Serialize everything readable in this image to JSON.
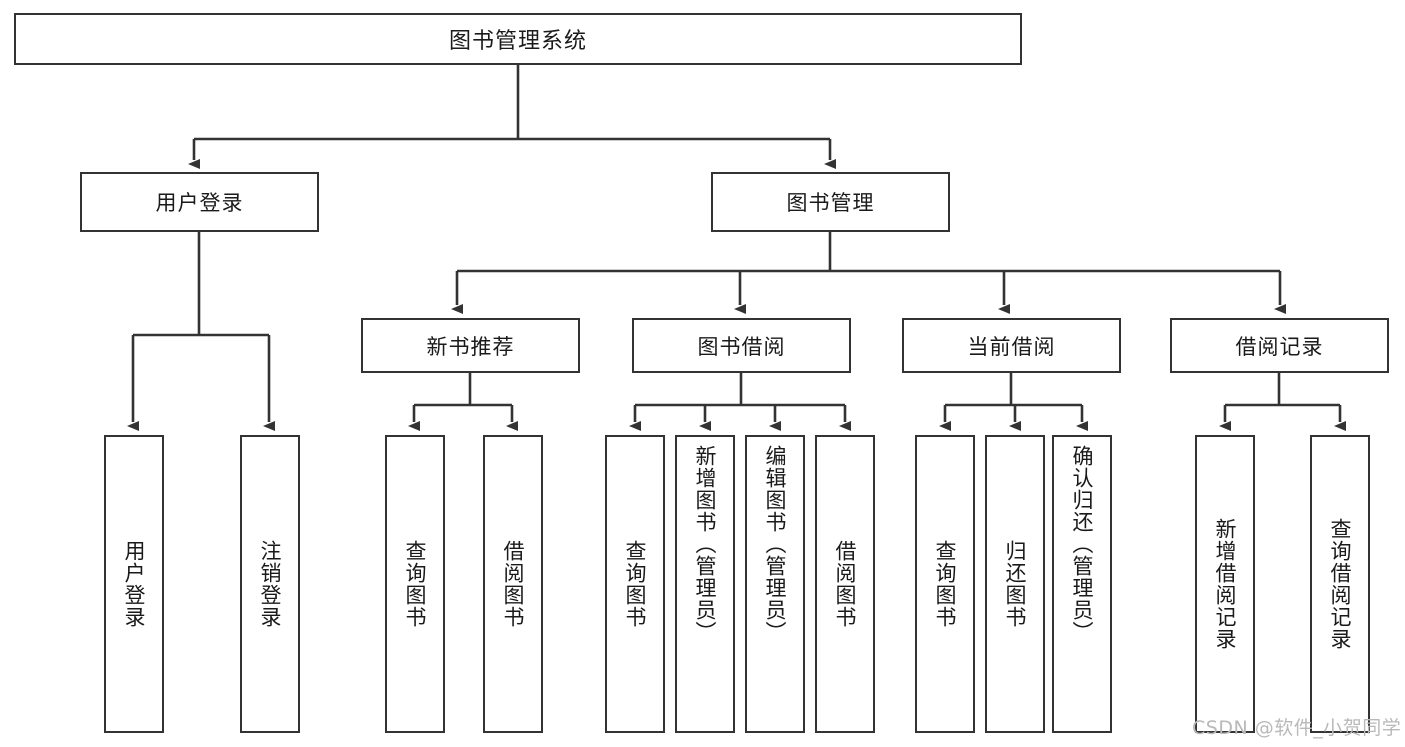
{
  "diagram": {
    "title": "图书管理系统",
    "type": "tree-hierarchy-chart",
    "root": {
      "label": "图书管理系统"
    },
    "level1": [
      {
        "label": "用户登录"
      },
      {
        "label": "图书管理"
      }
    ],
    "level2": [
      {
        "label": "新书推荐"
      },
      {
        "label": "图书借阅"
      },
      {
        "label": "当前借阅"
      },
      {
        "label": "借阅记录"
      }
    ],
    "leaves": {
      "user_login": [
        {
          "label": "用户登录"
        },
        {
          "label": "注销登录"
        }
      ],
      "new_book_recommend": [
        {
          "label": "查询图书"
        },
        {
          "label": "借阅图书"
        }
      ],
      "book_borrow": [
        {
          "label": "查询图书"
        },
        {
          "label": "新增图书（管理员）"
        },
        {
          "label": "编辑图书（管理员）"
        },
        {
          "label": "借阅图书"
        }
      ],
      "current_borrow": [
        {
          "label": "查询图书"
        },
        {
          "label": "归还图书"
        },
        {
          "label": "确认归还（管理员）"
        }
      ],
      "borrow_record": [
        {
          "label": "新增借阅记录"
        },
        {
          "label": "查询借阅记录"
        }
      ]
    }
  },
  "watermark": {
    "text": "CSDN @软件_小贺同学"
  },
  "colors": {
    "stroke": "#333333",
    "background": "#ffffff",
    "text": "#1a1a1a",
    "watermark": "#b9b9b9"
  }
}
